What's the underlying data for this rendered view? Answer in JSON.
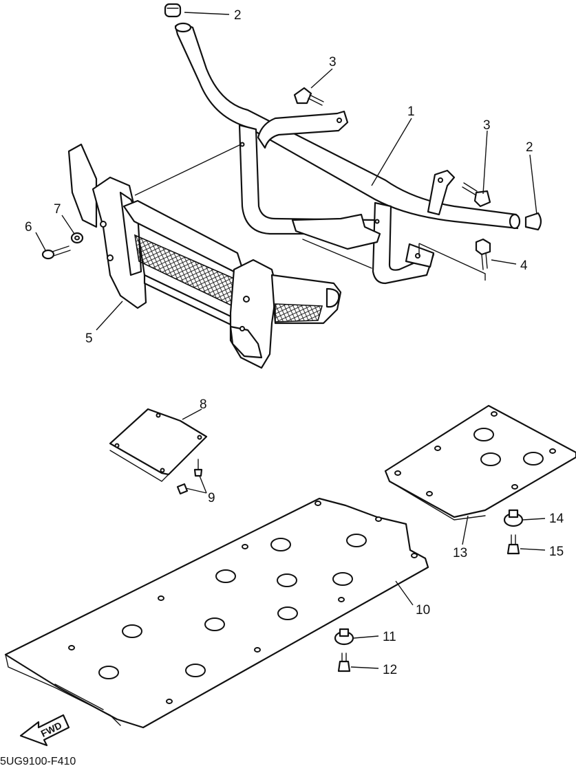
{
  "callouts": {
    "n1": "1",
    "n2a": "2",
    "n2b": "2",
    "n3a": "3",
    "n3b": "3",
    "n4": "4",
    "n5": "5",
    "n6": "6",
    "n7": "7",
    "n8": "8",
    "n9": "9",
    "n10": "10",
    "n11": "11",
    "n12": "12",
    "n13": "13",
    "n14": "14",
    "n15": "15"
  },
  "fwd_label": "FWD",
  "drawing_code": "5UG9100-F410"
}
